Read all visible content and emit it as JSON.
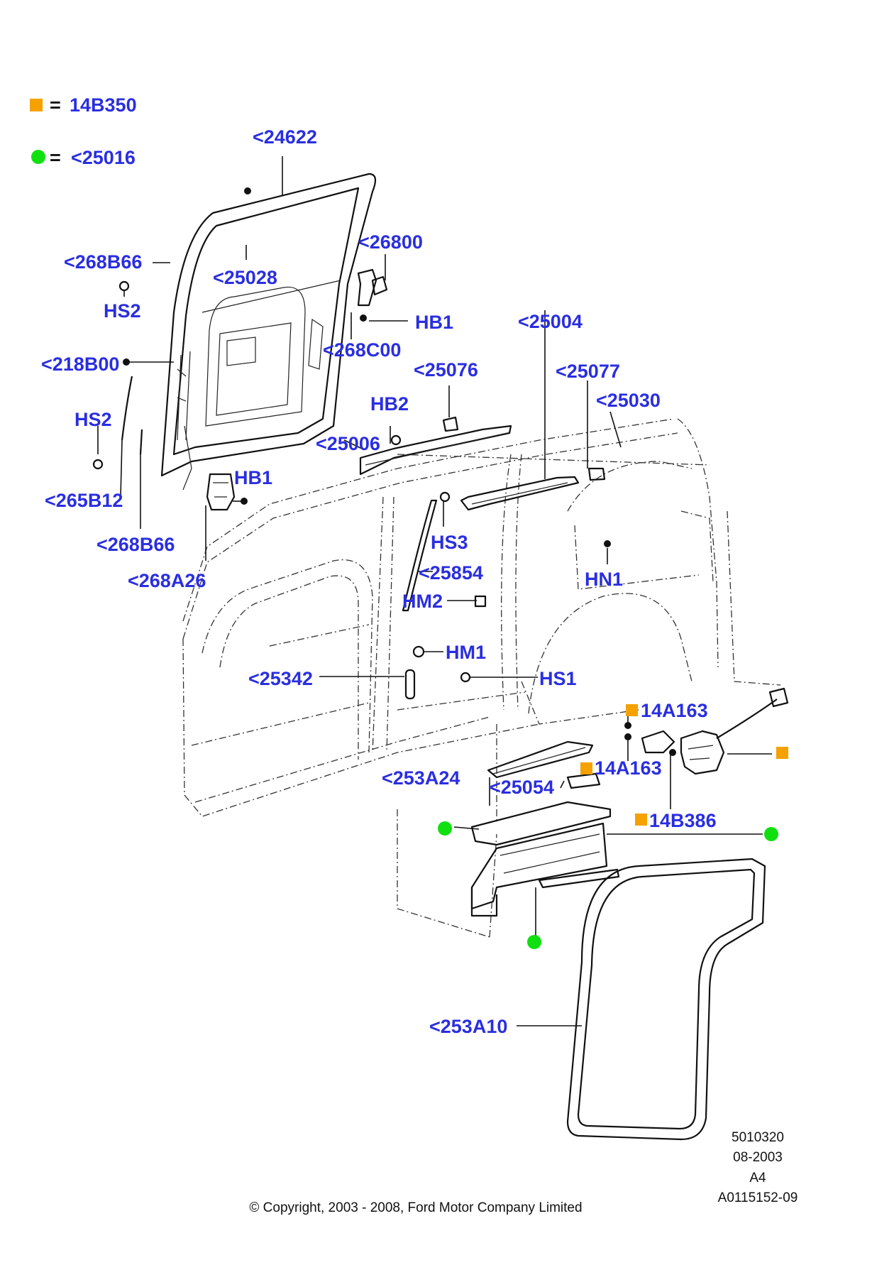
{
  "legend": {
    "square_label": "14B350",
    "circle_label": "<25016",
    "equals": "=",
    "square_color": "#f5a100",
    "circle_color": "#10e010"
  },
  "label_color": "#2a2ee0",
  "labels": {
    "p24622": "<24622",
    "p268B66_top": "<268B66",
    "p25028": "<25028",
    "p26800": "<26800",
    "hs2_top": "HS2",
    "hb1_top": "HB1",
    "p268C00": "<268C00",
    "p218B00": "<218B00",
    "p25004": "<25004",
    "p25076": "<25076",
    "p25077": "<25077",
    "hs2_mid": "HS2",
    "hb2": "HB2",
    "p25030": "<25030",
    "p25006": "<25006",
    "hb1_mid": "HB1",
    "p265B12": "<265B12",
    "hs3": "HS3",
    "p268B66_bot": "<268B66",
    "hn1": "HN1",
    "p25854": "<25854",
    "p268A26": "<268A26",
    "hm2": "HM2",
    "hm1": "HM1",
    "p25342": "<25342",
    "hs1": "HS1",
    "p14A163_a": "14A163",
    "p14A163_b": "14A163",
    "p253A24": "<253A24",
    "p25054": "<25054",
    "p14B386": "14B386",
    "p253A10": "<253A10"
  },
  "footer": {
    "ref1": "5010320",
    "ref2": "08-2003",
    "ref3": "A4",
    "ref4": "A0115152-09",
    "copyright": "© Copyright, 2003 - 2008, Ford Motor Company Limited"
  }
}
